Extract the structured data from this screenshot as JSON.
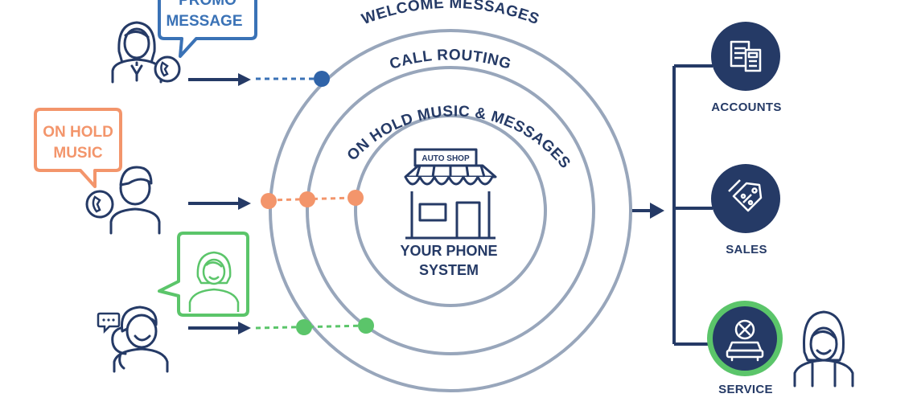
{
  "rings": {
    "outer_label": "WELCOME MESSAGES",
    "middle_label": "CALL ROUTING",
    "inner_label": "ON HOLD MUSIC & MESSAGES"
  },
  "center": {
    "sign": "AUTO SHOP",
    "line1": "YOUR PHONE",
    "line2": "SYSTEM"
  },
  "bubbles": {
    "promo_line1": "PROMO",
    "promo_line2": "MESSAGE",
    "hold_line1": "ON HOLD",
    "hold_line2": "MUSIC"
  },
  "departments": [
    {
      "label": "ACCOUNTS",
      "icon": "invoice-calculator-icon"
    },
    {
      "label": "SALES",
      "icon": "price-tag-icon"
    },
    {
      "label": "SERVICE",
      "icon": "car-repair-icon"
    }
  ],
  "colors": {
    "navy": "#253a66",
    "ring": "#98a6bb",
    "promo_blue": "#3a72b6",
    "hold_orange": "#f3956b",
    "connect_green": "#5bc56a"
  }
}
